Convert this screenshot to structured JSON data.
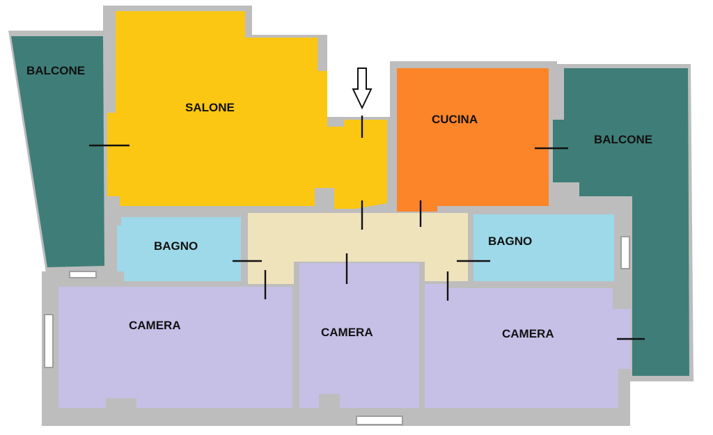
{
  "colors": {
    "wall": "#bdbdbd",
    "background": "#ffffff",
    "balcone": "#3f7d78",
    "salone": "#fcc712",
    "cucina": "#fc8429",
    "bagno": "#9dd9e9",
    "corridoio": "#efe3bc",
    "camera": "#c6bfe6",
    "text": "#111111"
  },
  "rooms": {
    "balcone_left": {
      "label": "BALCONE"
    },
    "salone": {
      "label": "SALONE"
    },
    "cucina": {
      "label": "CUCINA"
    },
    "balcone_right": {
      "label": "BALCONE"
    },
    "bagno_left": {
      "label": "BAGNO"
    },
    "bagno_right": {
      "label": "BAGNO"
    },
    "camera_left": {
      "label": "CAMERA"
    },
    "camera_center": {
      "label": "CAMERA"
    },
    "camera_right": {
      "label": "CAMERA"
    },
    "corridor": {
      "label": ""
    }
  },
  "entrance": {
    "icon": "down-arrow-icon"
  }
}
